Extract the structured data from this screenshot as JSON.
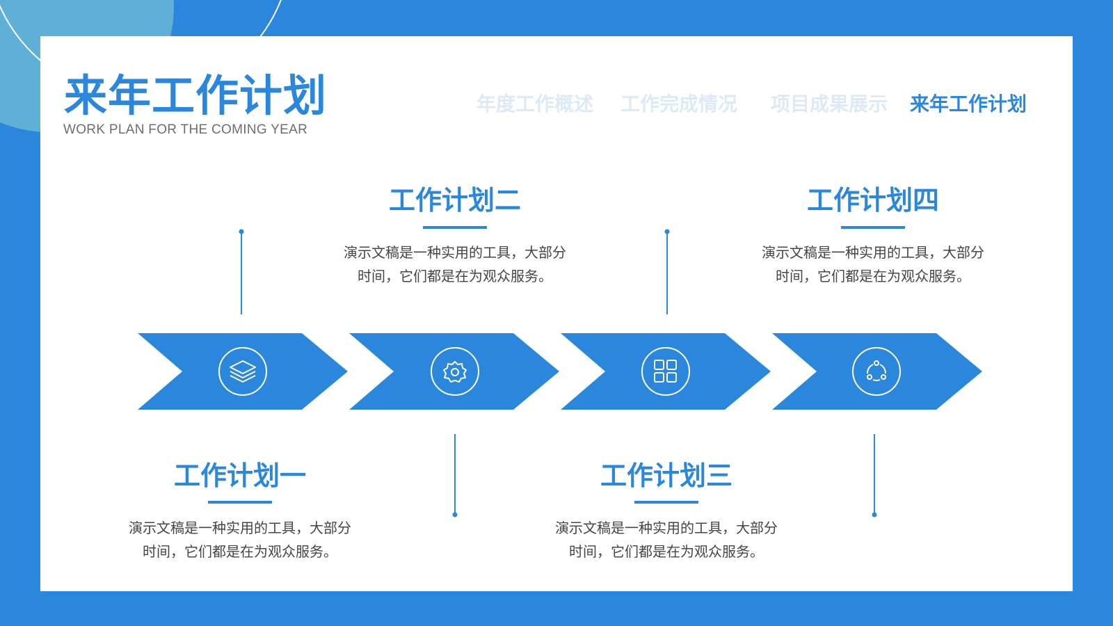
{
  "header": {
    "title": "来年工作计划",
    "subtitle": "WORK PLAN FOR THE COMING YEAR"
  },
  "nav": {
    "items": [
      {
        "label": "年度工作概述",
        "active": false
      },
      {
        "label": "工作完成情况",
        "active": false
      },
      {
        "label": "项目成果展示",
        "active": false
      },
      {
        "label": "来年工作计划",
        "active": true
      }
    ]
  },
  "steps": [
    {
      "icon": "layers-icon",
      "title": "工作计划一",
      "desc_line1": "演示文稿是一种实用的工具，大部分",
      "desc_line2": "时间，它们都是在为观众服务。"
    },
    {
      "icon": "gear-icon",
      "title": "工作计划二",
      "desc_line1": "演示文稿是一种实用的工具，大部分",
      "desc_line2": "时间，它们都是在为观众服务。"
    },
    {
      "icon": "grid-icon",
      "title": "工作计划三",
      "desc_line1": "演示文稿是一种实用的工具，大部分",
      "desc_line2": "时间，它们都是在为观众服务。"
    },
    {
      "icon": "cycle-icon",
      "title": "工作计划四",
      "desc_line1": "演示文稿是一种实用的工具，大部分",
      "desc_line2": "时间，它们都是在为观众服务。"
    }
  ],
  "colors": {
    "accent": "#2b87dc",
    "nav_inactive": "#dde9f4",
    "deco_circle": "#5fb0d6",
    "body_text": "#444444"
  }
}
